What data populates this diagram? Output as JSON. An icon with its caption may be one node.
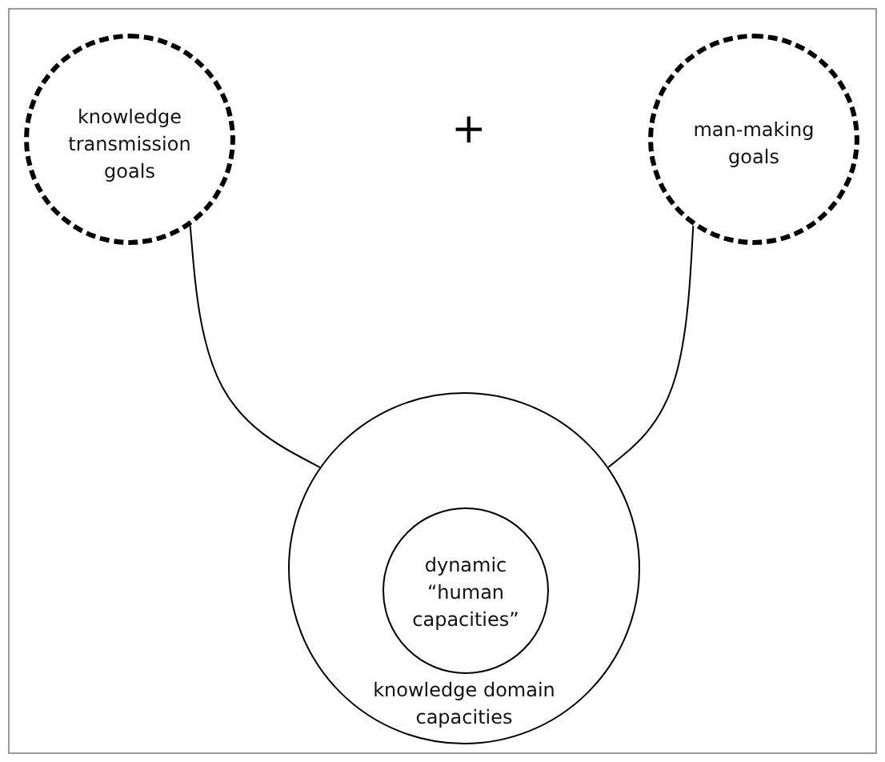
{
  "diagram": {
    "nodes": [
      {
        "text": [
          "knowledge transmission goals"
        ]
      },
      {
        "text": [
          "man-making goals"
        ]
      },
      {
        "text": [
          "knowledge domain capacities"
        ]
      },
      {
        "text": [
          "dynamic “human capacities”"
        ],
        "in": 2
      }
    ],
    "edges": [
      {
        "from": 0,
        "to": 2,
        "arrow": "none"
      },
      {
        "from": 1,
        "to": 2,
        "arrow": "none"
      }
    ],
    "labels": [
      "+"
    ]
  }
}
